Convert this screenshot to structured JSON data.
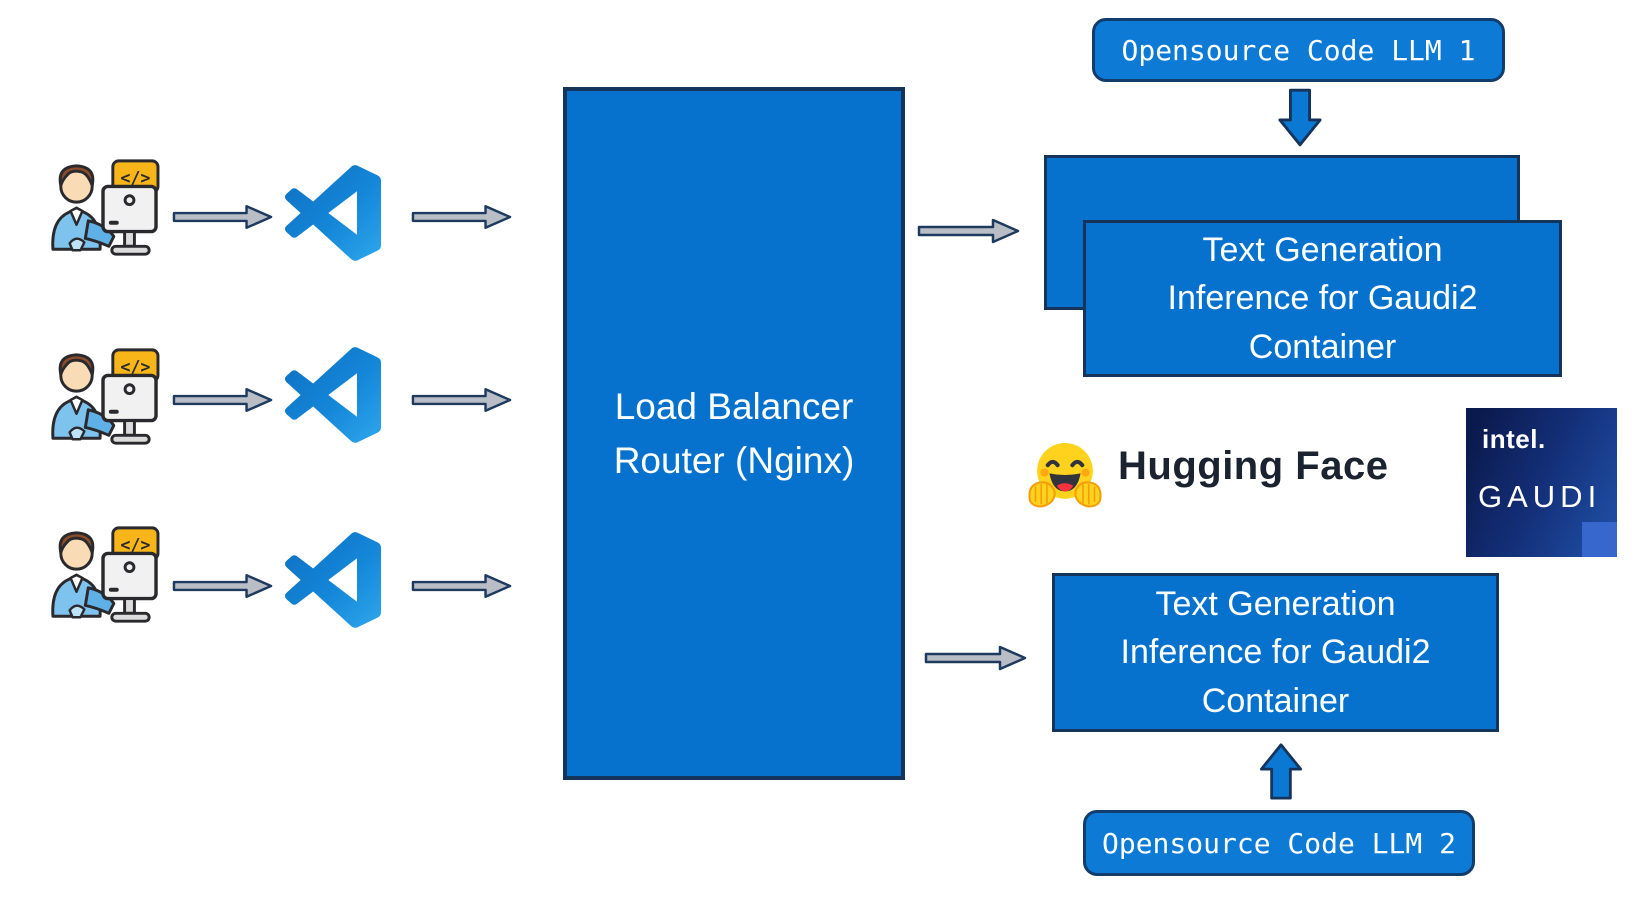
{
  "colors": {
    "box_blue": "#0672CE",
    "box_border_navy": "#15345C",
    "pill_blue": "#0D7BD6",
    "arrow_gray": "#B9BEC6",
    "arrow_blue": "#0B79D4",
    "vscode_blue": "#1F9CF0",
    "hugging_face_yellow": "#FFD21E",
    "gaudi_navy": "#0B1A4E",
    "gaudi_corner_blue": "#3767CC"
  },
  "developer": {
    "code_bubble": "</>"
  },
  "load_balancer": {
    "lines": [
      "Load Balancer",
      "Router (Nginx)"
    ]
  },
  "opensource_llm_1": {
    "label": "Opensource Code LLM 1"
  },
  "opensource_llm_2": {
    "label": "Opensource Code LLM 2"
  },
  "tgi_container_top": {
    "lines": [
      "Text Generation",
      "Inference for Gaudi2",
      "Container"
    ]
  },
  "tgi_container_bottom": {
    "lines": [
      "Text Generation",
      "Inference for Gaudi2",
      "Container"
    ]
  },
  "hugging_face": {
    "label": "Hugging Face"
  },
  "intel_gaudi": {
    "brand": "intel.",
    "product": "GAUDI"
  }
}
